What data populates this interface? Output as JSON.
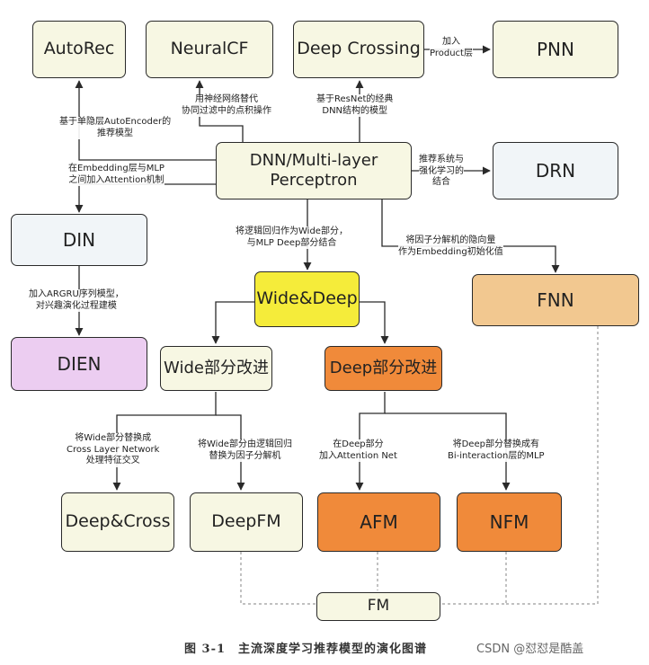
{
  "nodes": {
    "autorec": "AutoRec",
    "neuralcf": "NeuralCF",
    "deep_crossing": "Deep Crossing",
    "pnn": "PNN",
    "dnn": "DNN/Multi-layer\nPerceptron",
    "drn": "DRN",
    "din": "DIN",
    "fnn": "FNN",
    "wide_deep": "Wide&Deep",
    "dien": "DIEN",
    "wide_improve": "Wide部分改进",
    "deep_improve": "Deep部分改进",
    "deep_cross": "Deep&Cross",
    "deepfm": "DeepFM",
    "afm": "AFM",
    "nfm": "NFM",
    "fm": "FM"
  },
  "edge_labels": {
    "to_pnn": [
      "加入",
      "Product层"
    ],
    "to_autorec": [
      "基于单隐层AutoEncoder的",
      "推荐模型"
    ],
    "to_neuralcf": [
      "用神经网络替代",
      "协同过滤中的点积操作"
    ],
    "to_deep_crossing": [
      "基于ResNet的经典",
      "DNN结构的模型"
    ],
    "to_din": [
      "在Embedding层与MLP",
      "之间加入Attention机制"
    ],
    "to_drn": [
      "推荐系统与",
      "强化学习的",
      "结合"
    ],
    "to_wide_deep": [
      "将逻辑回归作为Wide部分，",
      "与MLP Deep部分结合"
    ],
    "to_fnn": [
      "将因子分解机的隐向量",
      "作为Embedding初始化值"
    ],
    "to_dien": [
      "加入ARGRU序列模型，",
      "对兴趣演化过程建模"
    ],
    "to_deep_cross": [
      "将Wide部分替换成",
      "Cross Layer Network",
      "处理特征交叉"
    ],
    "to_deepfm": [
      "将Wide部分由逻辑回归",
      "替换为因子分解机"
    ],
    "to_afm": [
      "在Deep部分",
      "加入Attention Net"
    ],
    "to_nfm": [
      "将Deep部分替换成有",
      "Bi-interaction层的MLP"
    ]
  },
  "caption": "图 3-1　主流深度学习推荐模型的演化图谱",
  "watermark": "CSDN @怼怼是酷盖",
  "colors": {
    "cream": "#f7f7e3",
    "pale_blue": "#f1f5f8",
    "yellow": "#f5ec3a",
    "orange": "#f08a3a",
    "tan": "#f2c890",
    "lilac": "#eccdf1",
    "line": "#2a2a2a",
    "dashed": "#999999"
  }
}
